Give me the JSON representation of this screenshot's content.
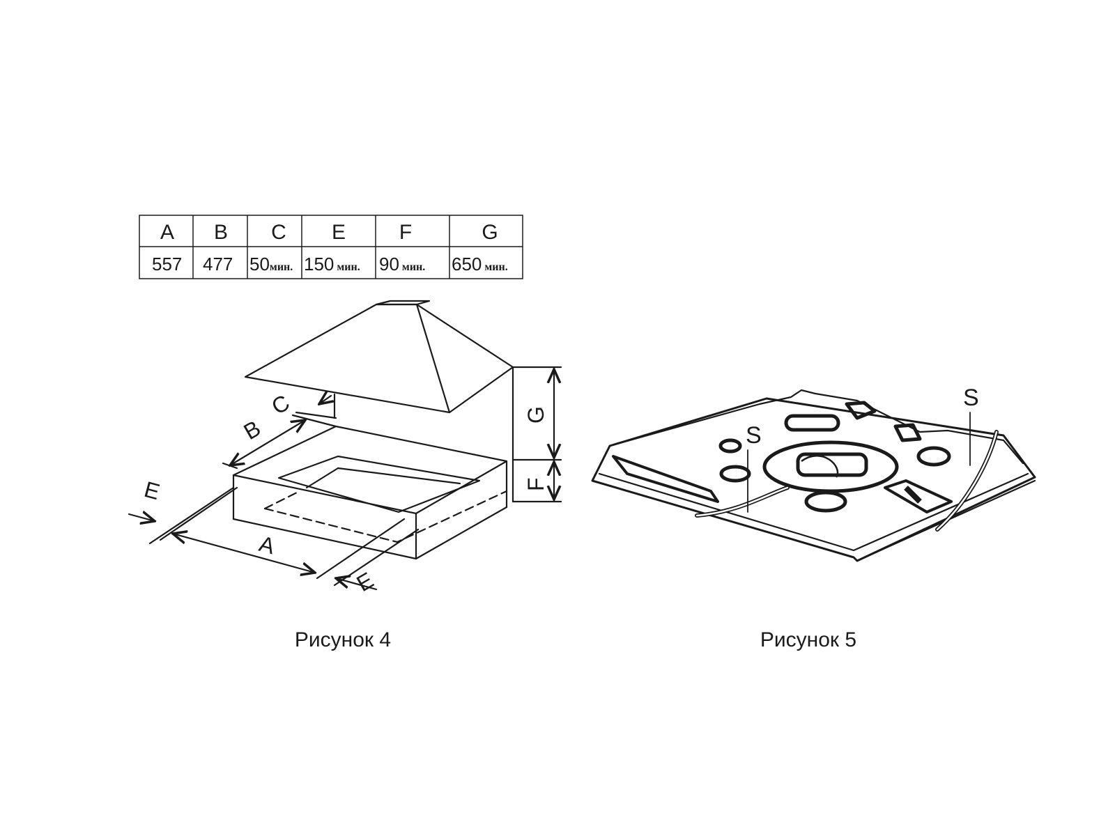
{
  "table": {
    "headers": [
      "A",
      "B",
      "C",
      "E",
      "F",
      "G"
    ],
    "values": [
      {
        "num": "557",
        "unit": ""
      },
      {
        "num": "477",
        "unit": ""
      },
      {
        "num": "50",
        "unit": "мин."
      },
      {
        "num": "150",
        "unit": " мин."
      },
      {
        "num": "90",
        "unit": " мин."
      },
      {
        "num": "650",
        "unit": " мин."
      }
    ]
  },
  "figure4": {
    "caption": "Рисунок 4",
    "labels": {
      "A": "A",
      "B": "B",
      "C": "C",
      "E_left": "E",
      "E_right": "E",
      "F": "F",
      "G": "G"
    }
  },
  "figure5": {
    "caption": "Рисунок 5",
    "labels": {
      "S_left": "S",
      "S_right": "S"
    }
  }
}
